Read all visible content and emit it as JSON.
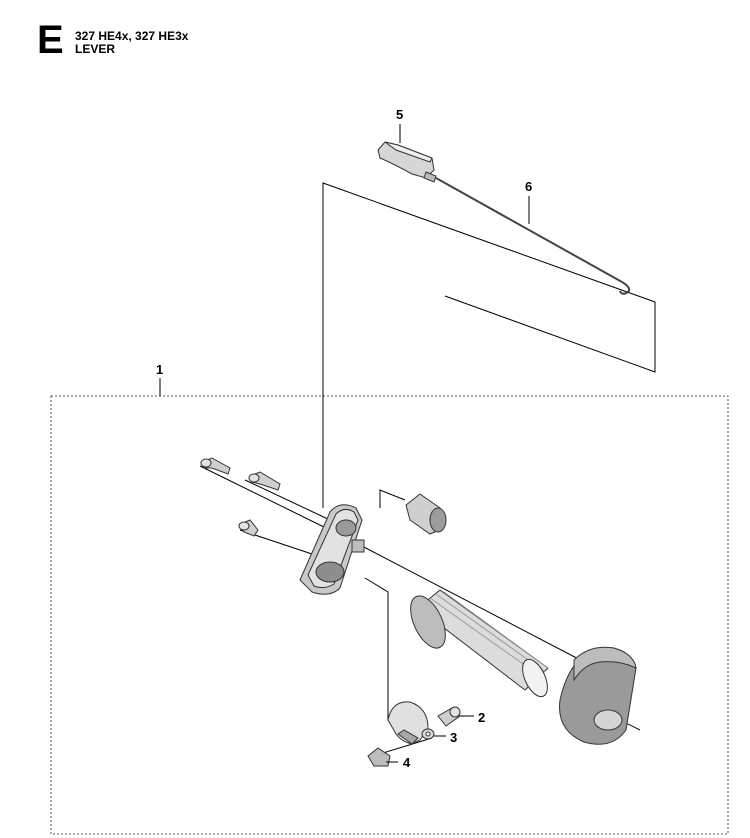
{
  "header": {
    "section_letter": "E",
    "model_line": "327 HE4x, 327 HE3x",
    "title": "LEVER"
  },
  "callouts": {
    "c1": "1",
    "c2": "2",
    "c3": "3",
    "c4": "4",
    "c5": "5",
    "c6": "6"
  }
}
